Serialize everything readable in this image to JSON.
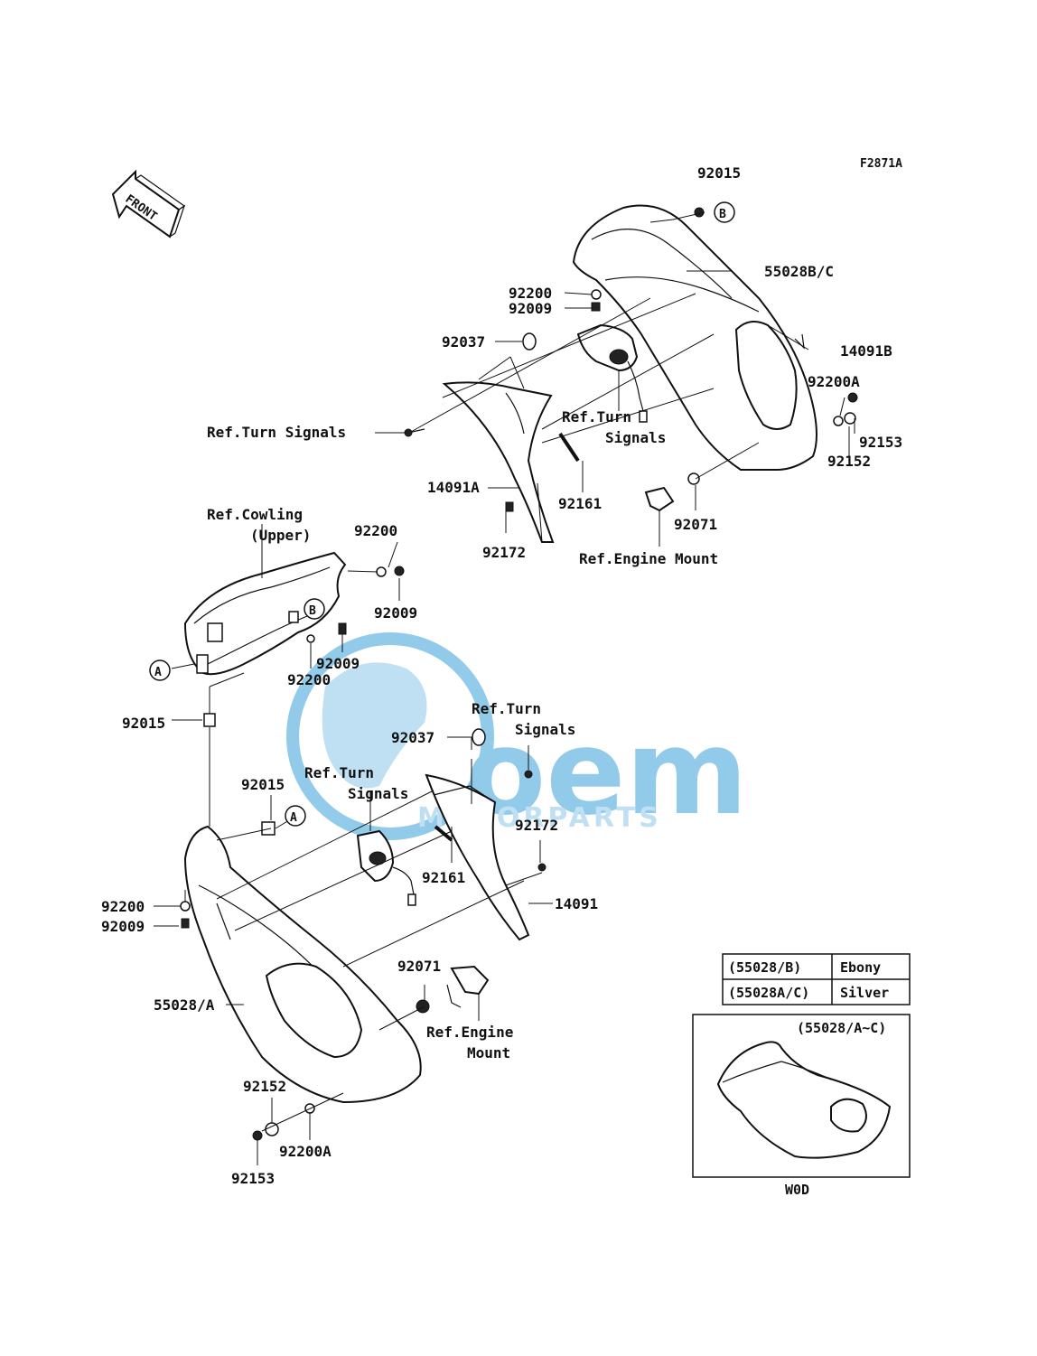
{
  "diagram_code": "F2871A",
  "front_arrow_text": "FRONT",
  "watermark": {
    "main": "oem",
    "sub": "MOTORPARTS",
    "color": "#3aa0d8"
  },
  "callouts": {
    "A": "A",
    "B": "B"
  },
  "labels": {
    "p92015_top": "92015",
    "p55028BC": "55028B/C",
    "p92200_top": "92200",
    "p92009_top": "92009",
    "p14091B": "14091B",
    "p92037_top": "92037",
    "p92200A_top": "92200A",
    "ref_turn_signals_left": "Ref.Turn Signals",
    "ref_turn_signals_mid_1": "Ref.Turn",
    "ref_turn_signals_mid_2": "Signals",
    "p92153_top": "92153",
    "p92152_top": "92152",
    "p14091A": "14091A",
    "p92161_top": "92161",
    "p92071_top": "92071",
    "p92172_top": "92172",
    "ref_engine_mount_top": "Ref.Engine Mount",
    "ref_cowling_1": "Ref.Cowling",
    "ref_cowling_2": "(Upper)",
    "p92200_mid": "92200",
    "p92009_mid": "92009",
    "p92009_mid2": "92009",
    "p92200_mid2": "92200",
    "p92015_mid": "92015",
    "ref_turn_signals_r_1": "Ref.Turn",
    "ref_turn_signals_r_2": "Signals",
    "p92037_mid": "92037",
    "ref_turn_signals_l2_1": "Ref.Turn",
    "ref_turn_signals_l2_2": "Signals",
    "p92015_low": "92015",
    "p92172_low": "92172",
    "p92161_low": "92161",
    "p14091": "14091",
    "p92200_low": "92200",
    "p92009_low": "92009",
    "p92071_low": "92071",
    "ref_engine_mount_low_1": "Ref.Engine",
    "ref_engine_mount_low_2": "Mount",
    "p55028A": "55028/A",
    "p92152_low": "92152",
    "p92200A_low": "92200A",
    "p92153_low": "92153"
  },
  "color_table": [
    {
      "code": "(55028/B)",
      "color": "Ebony"
    },
    {
      "code": "(55028A/C)",
      "color": "Silver"
    }
  ],
  "inset": {
    "title": "(55028/A~C)",
    "caption": "W0D"
  }
}
